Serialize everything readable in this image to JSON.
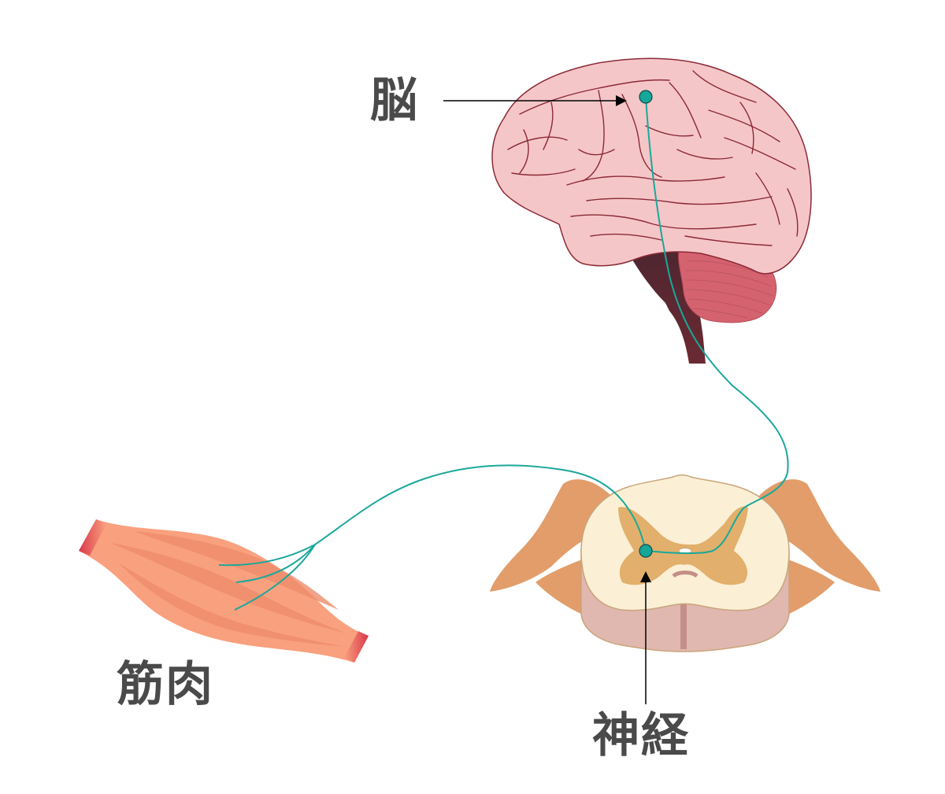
{
  "diagram": {
    "type": "anatomy-motor-pathway",
    "labels": {
      "brain": "脳",
      "muscle": "筋肉",
      "nerve": "神経"
    },
    "nodes": [
      {
        "id": "brain",
        "label_ref": "labels.brain",
        "marker": "neuron-dot"
      },
      {
        "id": "spinal-cord",
        "label_ref": "labels.nerve",
        "marker": "neuron-dot"
      },
      {
        "id": "muscle",
        "label_ref": "labels.muscle",
        "marker": "nerve-endings"
      }
    ],
    "edges": [
      {
        "from": "brain",
        "to": "spinal-cord",
        "style": "teal-nerve-fiber"
      },
      {
        "from": "spinal-cord",
        "to": "muscle",
        "style": "teal-nerve-fiber"
      }
    ],
    "colors": {
      "nerve_fiber": "#1aa89a",
      "neuron_dot": "#14a79a",
      "brain_fill": "#f5c6c8",
      "brain_stroke": "#8b2a36",
      "cerebellum": "#d4636f",
      "brainstem": "#5a2630",
      "spinal_white_matter": "#fbf0d6",
      "spinal_gray_matter": "#e2b06c",
      "spinal_outer": "#e0b8b0",
      "spinal_nerve_roots": "#e29d6a",
      "muscle_fill": "#f9a07e",
      "muscle_tendon": "#d9384a",
      "label_text": "#4a4a4a"
    }
  }
}
